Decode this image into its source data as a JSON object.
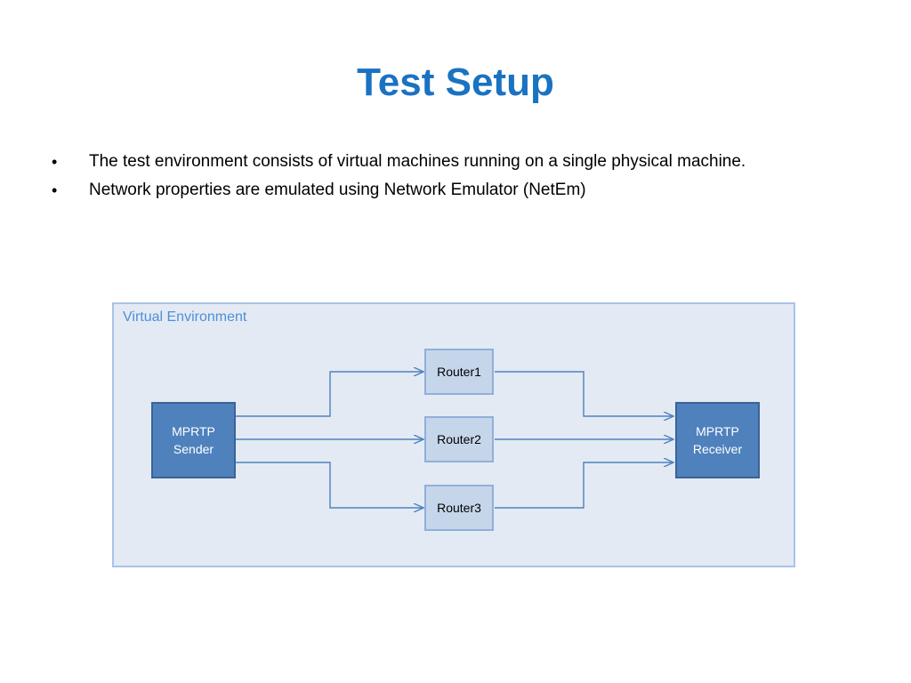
{
  "slide": {
    "title": "Test Setup",
    "bullets": [
      "The test environment consists of virtual machines running on a single physical machine.",
      "Network properties are emulated using Network Emulator (NetEm)"
    ],
    "bullet_symbol": "•"
  },
  "diagram": {
    "container_label": "Virtual Environment",
    "sender": {
      "line1": "MPRTP",
      "line2": "Sender"
    },
    "receiver": {
      "line1": "MPRTP",
      "line2": "Receiver"
    },
    "routers": [
      "Router1",
      "Router2",
      "Router3"
    ],
    "links": [
      {
        "from": "sender",
        "to": "Router1"
      },
      {
        "from": "sender",
        "to": "Router2"
      },
      {
        "from": "sender",
        "to": "Router3"
      },
      {
        "from": "Router1",
        "to": "receiver"
      },
      {
        "from": "Router2",
        "to": "receiver"
      },
      {
        "from": "Router3",
        "to": "receiver"
      }
    ],
    "colors": {
      "title": "#1a72c2",
      "container_fill": "#e3eaf4",
      "container_border": "#a9c3e8",
      "container_label": "#4f8fd6",
      "endpoint_fill": "#4f81bd",
      "router_fill": "#c6d6ea",
      "connector": "#4f81bd"
    }
  }
}
